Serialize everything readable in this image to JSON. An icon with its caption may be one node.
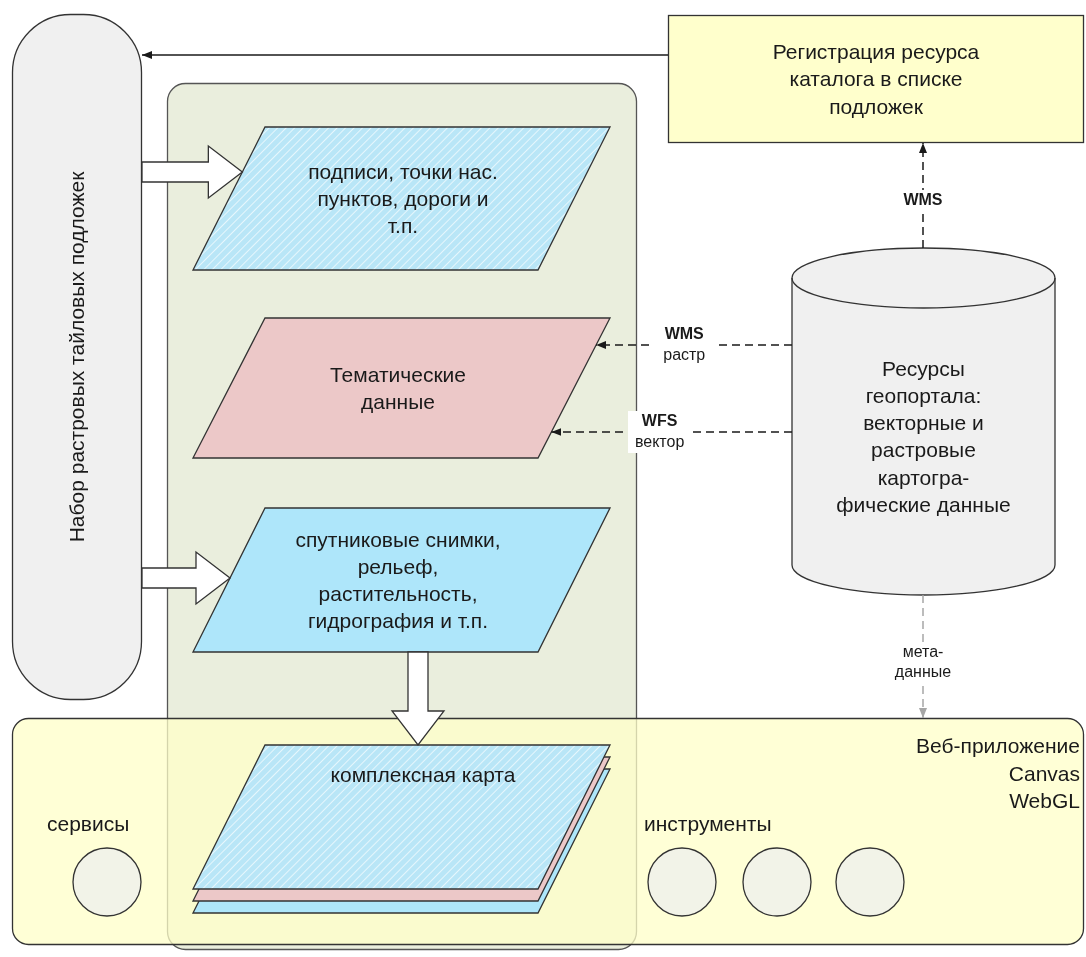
{
  "diagram": {
    "nodes": [
      {
        "text": [
          "Набор растровых тайловых подложек"
        ]
      },
      {
        "text": [
          "Регистрация ресурса каталога в списке подложек"
        ]
      },
      {
        "text": [],
        "shape": "box"
      },
      {
        "text": [
          "подписи, точки нас. пунктов, дороги и т.п."
        ],
        "in": 2
      },
      {
        "text": [
          "Тематические данные"
        ],
        "in": 2
      },
      {
        "text": [
          "спутниковые снимки, рельеф, растительность, гидрография и т.п."
        ],
        "in": 2
      },
      {
        "text": [
          "Ресурсы геопортала: векторные и растровые картогра- фические данные"
        ]
      },
      {
        "text": [
          "Веб-приложение",
          "Canvas WebGL"
        ]
      },
      {
        "text": [
          "комплексная карта"
        ]
      },
      {
        "text": [],
        "shape": "circle",
        "in": 7
      },
      {
        "text": [],
        "shape": "circle",
        "in": 7
      },
      {
        "text": [],
        "shape": "circle",
        "in": 7
      },
      {
        "text": [],
        "shape": "circle",
        "in": 7
      }
    ],
    "edges": [
      {
        "from": 1,
        "to": 0,
        "arrow": "to"
      },
      {
        "from": 6,
        "to": 1,
        "arrow": "to",
        "style": "dashed",
        "label": "WMS"
      },
      {
        "from": 6,
        "to": 4,
        "arrow": "to",
        "style": "dashed",
        "label": "**WMS** растр"
      },
      {
        "from": 6,
        "to": 4,
        "arrow": "to",
        "style": "dashed",
        "label": "**WFS** вектор"
      },
      {
        "from": 0,
        "to": 3,
        "arrow": "to",
        "style": "thick"
      },
      {
        "from": 0,
        "to": 5,
        "arrow": "to",
        "style": "thick"
      },
      {
        "from": 5,
        "to": 8,
        "arrow": "to",
        "style": "thick"
      },
      {
        "from": 6,
        "to": 7,
        "arrow": "to",
        "style": "dashed",
        "color": "#a6a6a6",
        "label": "мета- данные"
      }
    ],
    "labels": [
      "сервисы",
      "инструменты"
    ]
  }
}
